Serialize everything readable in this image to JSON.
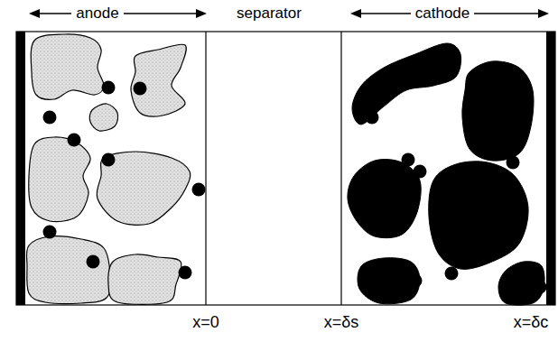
{
  "diagram": {
    "nodes": [
      {
        "text": [
          "anode"
        ]
      },
      {
        "text": [
          "separator"
        ]
      },
      {
        "text": [
          "cathode"
        ]
      }
    ],
    "labels": [
      "x=0",
      "x=δs",
      "x=δc"
    ]
  }
}
